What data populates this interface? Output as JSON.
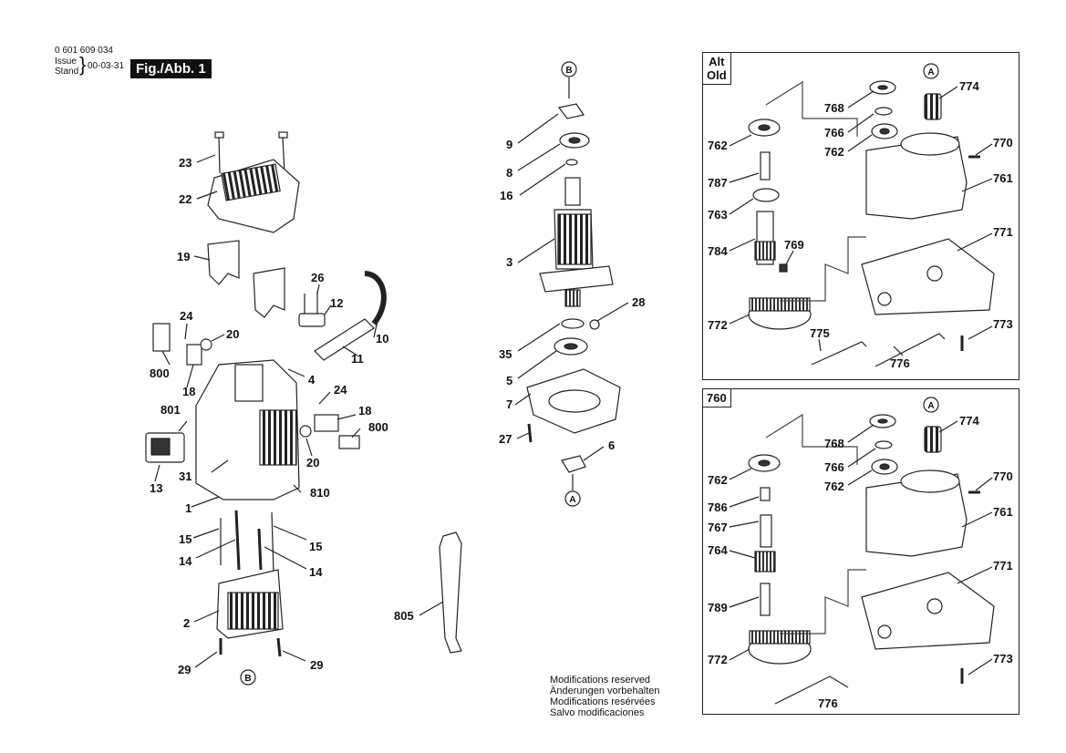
{
  "header": {
    "part_number": "0 601 609 034",
    "issue_label": "Issue",
    "stand_label": "Stand",
    "date": "00-03-31",
    "figure": "Fig./Abb. 1"
  },
  "panels": {
    "alt_old": {
      "title_line1": "Alt",
      "title_line2": "Old"
    },
    "new": {
      "title": "760"
    }
  },
  "notes": {
    "line1": "Modifications reserved",
    "line2": "Änderungen vorbehalten",
    "line3": "Modifications resérvées",
    "line4": "Salvo modificaciones"
  },
  "callouts": {
    "left": [
      {
        "id": "l23",
        "text": "23"
      },
      {
        "id": "l22",
        "text": "22"
      },
      {
        "id": "l19",
        "text": "19"
      },
      {
        "id": "l26",
        "text": "26"
      },
      {
        "id": "l12",
        "text": "12"
      },
      {
        "id": "l24a",
        "text": "24"
      },
      {
        "id": "l20a",
        "text": "20"
      },
      {
        "id": "l10",
        "text": "10"
      },
      {
        "id": "l11",
        "text": "11"
      },
      {
        "id": "l800a",
        "text": "800"
      },
      {
        "id": "l18a",
        "text": "18"
      },
      {
        "id": "l4",
        "text": "4"
      },
      {
        "id": "l24b",
        "text": "24"
      },
      {
        "id": "l801",
        "text": "801"
      },
      {
        "id": "l18b",
        "text": "18"
      },
      {
        "id": "l800b",
        "text": "800"
      },
      {
        "id": "l31",
        "text": "31"
      },
      {
        "id": "l20b",
        "text": "20"
      },
      {
        "id": "l810",
        "text": "810"
      },
      {
        "id": "l13",
        "text": "13"
      },
      {
        "id": "l1",
        "text": "1"
      },
      {
        "id": "l15a",
        "text": "15"
      },
      {
        "id": "l15b",
        "text": "15"
      },
      {
        "id": "l14a",
        "text": "14"
      },
      {
        "id": "l14b",
        "text": "14"
      },
      {
        "id": "l2",
        "text": "2"
      },
      {
        "id": "l29a",
        "text": "29"
      },
      {
        "id": "l29b",
        "text": "29"
      }
    ],
    "middle": [
      {
        "id": "m9",
        "text": "9"
      },
      {
        "id": "m8",
        "text": "8"
      },
      {
        "id": "m16",
        "text": "16"
      },
      {
        "id": "m3",
        "text": "3"
      },
      {
        "id": "m28",
        "text": "28"
      },
      {
        "id": "m35",
        "text": "35"
      },
      {
        "id": "m5",
        "text": "5"
      },
      {
        "id": "m7",
        "text": "7"
      },
      {
        "id": "m27",
        "text": "27"
      },
      {
        "id": "m6",
        "text": "6"
      },
      {
        "id": "m805",
        "text": "805"
      }
    ],
    "panel_top": [
      {
        "id": "a768",
        "text": "768"
      },
      {
        "id": "a774",
        "text": "774"
      },
      {
        "id": "a766",
        "text": "766"
      },
      {
        "id": "a762a",
        "text": "762"
      },
      {
        "id": "a762b",
        "text": "762"
      },
      {
        "id": "a770",
        "text": "770"
      },
      {
        "id": "a787",
        "text": "787"
      },
      {
        "id": "a761",
        "text": "761"
      },
      {
        "id": "a763",
        "text": "763"
      },
      {
        "id": "a769",
        "text": "769"
      },
      {
        "id": "a784",
        "text": "784"
      },
      {
        "id": "a771",
        "text": "771"
      },
      {
        "id": "a772",
        "text": "772"
      },
      {
        "id": "a773",
        "text": "773"
      },
      {
        "id": "a775",
        "text": "775"
      },
      {
        "id": "a776",
        "text": "776"
      }
    ],
    "panel_bottom": [
      {
        "id": "b768",
        "text": "768"
      },
      {
        "id": "b774",
        "text": "774"
      },
      {
        "id": "b762a",
        "text": "762"
      },
      {
        "id": "b766",
        "text": "766"
      },
      {
        "id": "b762b",
        "text": "762"
      },
      {
        "id": "b770",
        "text": "770"
      },
      {
        "id": "b786",
        "text": "786"
      },
      {
        "id": "b767",
        "text": "767"
      },
      {
        "id": "b761",
        "text": "761"
      },
      {
        "id": "b764",
        "text": "764"
      },
      {
        "id": "b771",
        "text": "771"
      },
      {
        "id": "b789",
        "text": "789"
      },
      {
        "id": "b772",
        "text": "772"
      },
      {
        "id": "b773",
        "text": "773"
      },
      {
        "id": "b776",
        "text": "776"
      }
    ],
    "markers": {
      "a": "A",
      "b": "B"
    }
  }
}
